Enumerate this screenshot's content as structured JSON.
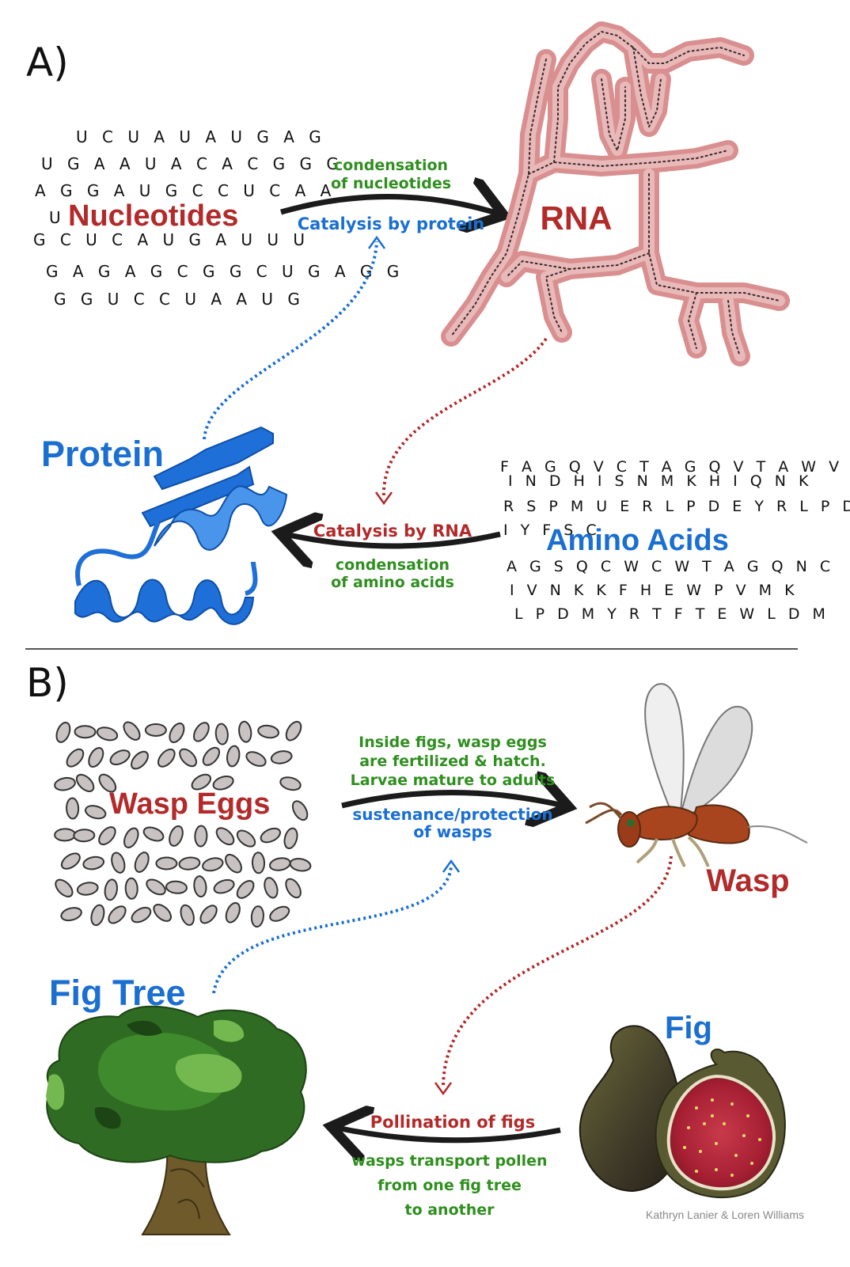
{
  "colors": {
    "red": "#b22a2a",
    "blue": "#1a6fd1",
    "green": "#2f8f1f",
    "dark": "#1b1b1b",
    "rna_outline": "#d98f8f",
    "egg_fill": "#c9c2c2",
    "protein_blue": "#1f6fd9"
  },
  "panel_a": {
    "label": "A)",
    "nucleotides_label": "Nucleotides",
    "rna_label": "RNA",
    "protein_label": "Protein",
    "amino_acids_label": "Amino Acids",
    "arrow_top_above": [
      "condensation",
      "of nucleotides"
    ],
    "arrow_top_below": "Catalysis by protein",
    "arrow_bottom_above": "Catalysis by RNA",
    "arrow_bottom_below": [
      "condensation",
      "of amino acids"
    ],
    "nucleotide_rows": [
      "U C U A U A U G A G",
      "U G A A U A C A C G G G",
      "A G G A U G C C U C A A",
      "U",
      "G C U C A U G A U U U",
      "G A G A G C G G C U G A G G",
      "G G U C C U A A U G"
    ],
    "amino_rows": [
      "F A G Q V C T A G Q V T A W V",
      "I N D H I S N M K H I Q N K",
      "R S P M U E R L P D E Y R L P D M",
      "I Y F S C",
      "A G S Q C W C W T A G Q N C",
      "I V N K K F H E W P V M K",
      "L P D M Y R T F T E W L D M"
    ]
  },
  "panel_b": {
    "label": "B)",
    "wasp_eggs_label": "Wasp Eggs",
    "wasp_label": "Wasp",
    "fig_tree_label": "Fig Tree",
    "fig_label": "Fig",
    "arrow_top_above": [
      "Inside figs, wasp eggs",
      "are fertilized & hatch.",
      "Larvae mature to adults"
    ],
    "arrow_top_below": [
      "sustenance/protection",
      "of wasps"
    ],
    "arrow_bottom_above": "Pollination of figs",
    "arrow_bottom_below": [
      "wasps transport pollen",
      "from one fig tree",
      "to another"
    ]
  },
  "credit": "Kathryn Lanier & Loren Williams"
}
